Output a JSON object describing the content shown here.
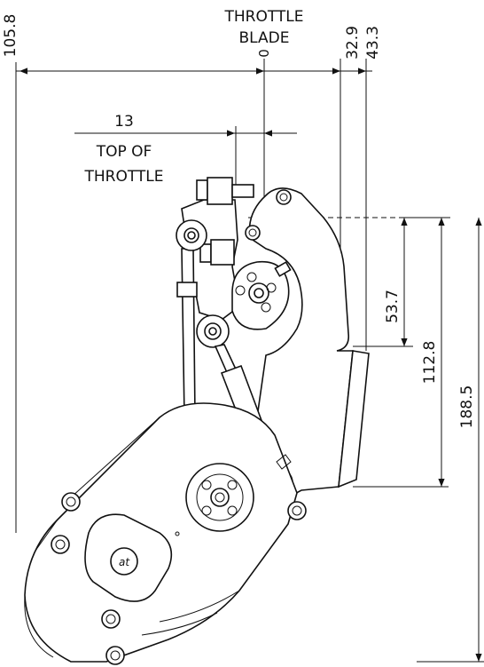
{
  "labels": {
    "throttle_blade_line1": "THROTTLE",
    "throttle_blade_line2": "BLADE",
    "zero": "0",
    "top_of_throttle_line1": "TOP OF",
    "top_of_throttle_line2": "THROTTLE"
  },
  "dimensions": {
    "d_105_8": "105.8",
    "d_32_9": "32.9",
    "d_43_3": "43.3",
    "d_13": "13",
    "d_53_7": "53.7",
    "d_112_8": "112.8",
    "d_188_5": "188.5"
  },
  "logo_text": "at"
}
